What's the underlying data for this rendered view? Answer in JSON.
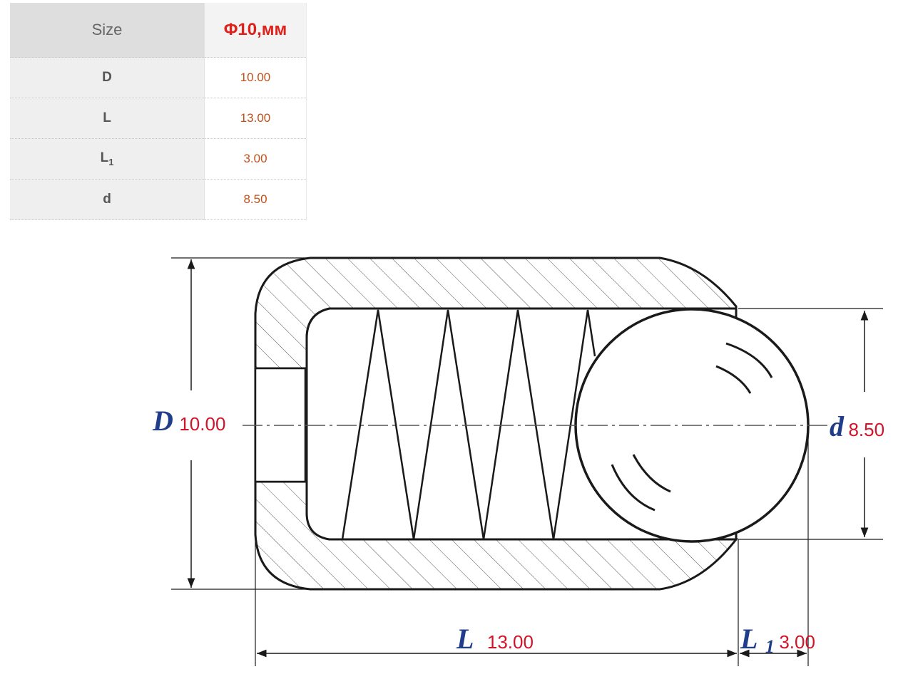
{
  "table": {
    "header": {
      "key": "Size",
      "value": "Φ10,мм"
    },
    "rows": [
      {
        "key": "D",
        "sub": "",
        "value": "10.00"
      },
      {
        "key": "L",
        "sub": "",
        "value": "13.00"
      },
      {
        "key": "L",
        "sub": "1",
        "value": "3.00"
      },
      {
        "key": "d",
        "sub": "",
        "value": "8.50"
      }
    ]
  },
  "drawing": {
    "labels": {
      "D": {
        "symbol": "D",
        "value": "10.00"
      },
      "d": {
        "symbol": "d",
        "value": "8.50"
      },
      "L": {
        "symbol": "L",
        "value": "13.00"
      },
      "L1": {
        "symbol": "L",
        "sub": "1",
        "value": "3.00"
      }
    },
    "colors": {
      "symbol": "#1f3d8a",
      "value": "#d2142a",
      "line": "#1a1a1a"
    }
  }
}
